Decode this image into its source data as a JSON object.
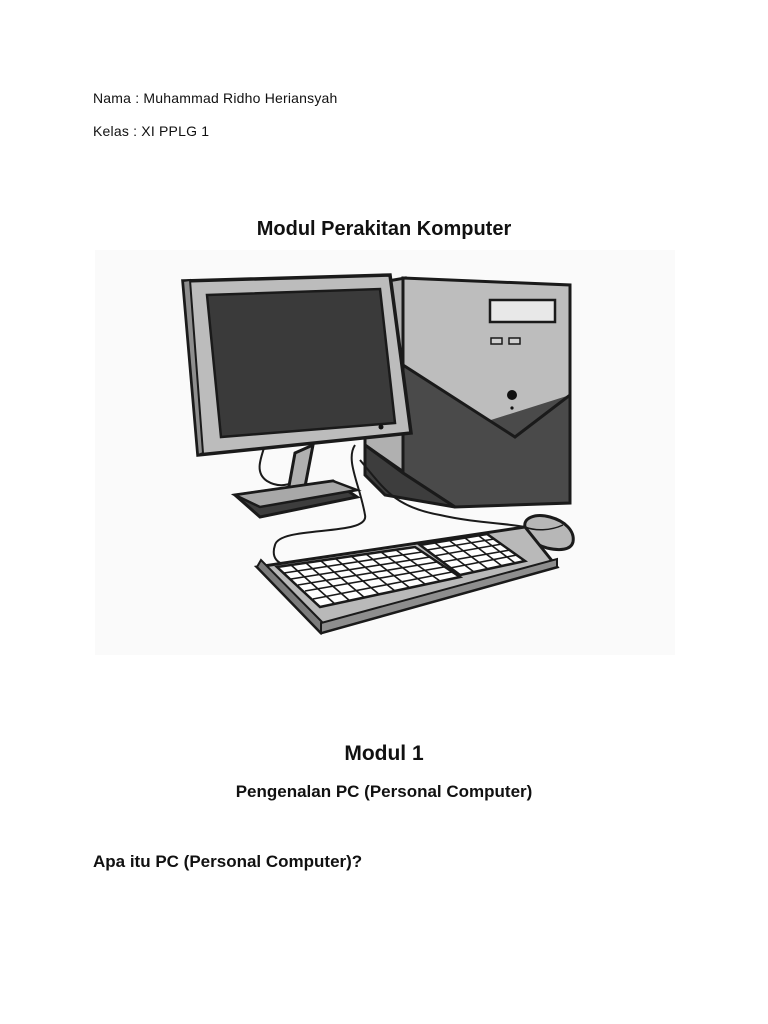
{
  "student": {
    "name_line": "Nama : Muhammad Ridho Heriansyah",
    "class_line": "Kelas : XI PPLG 1"
  },
  "document": {
    "title": "Modul Perakitan Komputer"
  },
  "module": {
    "heading": "Modul 1",
    "subtitle": "Pengenalan PC (Personal Computer)",
    "question": "Apa itu PC (Personal Computer)?"
  },
  "colors": {
    "monitor_body": "#b9b9b9",
    "screen": "#3a3a3a",
    "tower_light": "#bdbdbd",
    "tower_dark": "#4a4a4a",
    "outline": "#1a1a1a",
    "keys": "#ffffff",
    "background_halo": "#f4f4f4"
  }
}
